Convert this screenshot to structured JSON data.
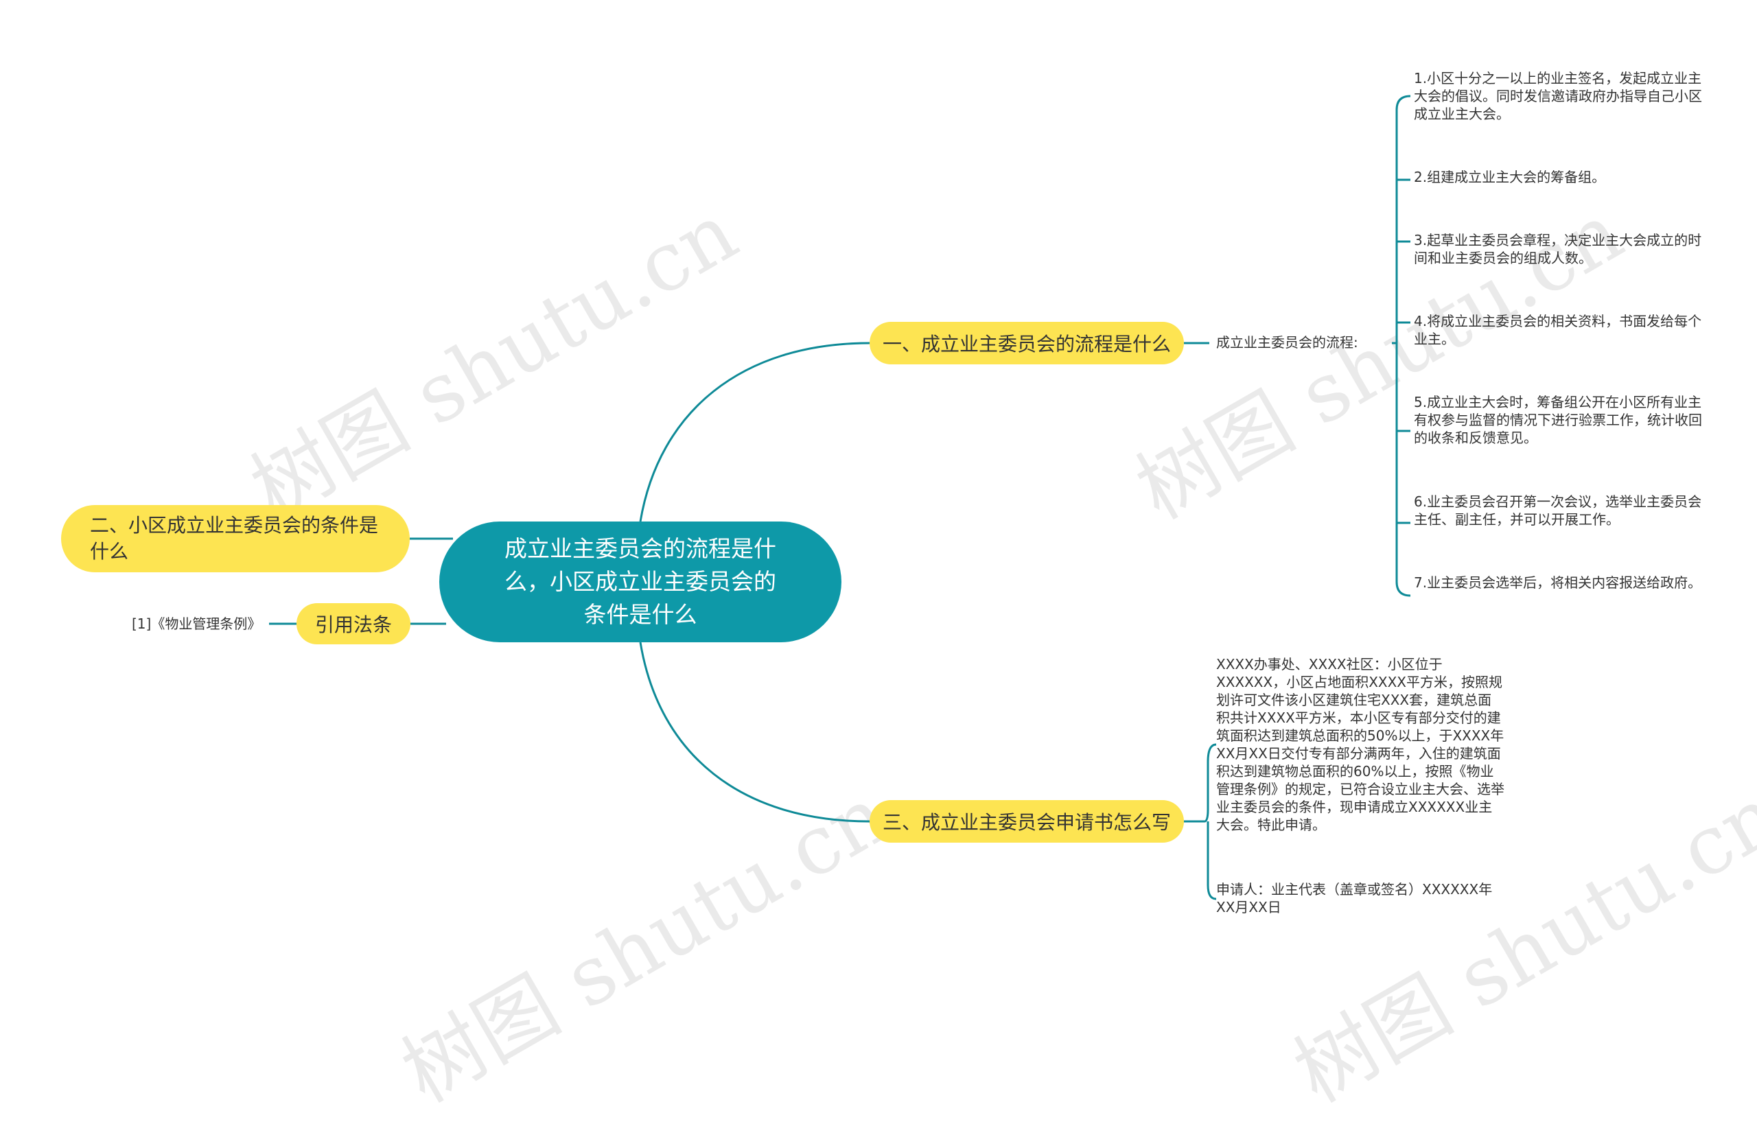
{
  "root": {
    "label": "成立业主委员会的流程是什么，小区成立业主委员会的条件是什么"
  },
  "branch1": {
    "label": "一、成立业主委员会的流程是什么",
    "sub_label": "成立业主委员会的流程:",
    "steps": [
      "1.小区十分之一以上的业主签名，发起成立业主大会的倡议。同时发信邀请政府办指导自己小区成立业主大会。",
      "2.组建成立业主大会的筹备组。",
      "3.起草业主委员会章程，决定业主大会成立的时间和业主委员会的组成人数。",
      "4.将成立业主委员会的相关资料，书面发给每个业主。",
      "5.成立业主大会时，筹备组公开在小区所有业主有权参与监督的情况下进行验票工作，统计收回的收条和反馈意见。",
      "6.业主委员会召开第一次会议，选举业主委员会主任、副主任，并可以开展工作。",
      "7.业主委员会选举后，将相关内容报送给政府。"
    ]
  },
  "branch2": {
    "label": "二、小区成立业主委员会的条件是什么"
  },
  "branch3": {
    "label": "三、成立业主委员会申请书怎么写",
    "items": [
      "XXXX办事处、XXXX社区：小区位于XXXXXX，小区占地面积XXXX平方米，按照规划许可文件该小区建筑住宅XXX套，建筑总面积共计XXXX平方米，本小区专有部分交付的建筑面积达到建筑总面积的50%以上，于XXXX年XX月XX日交付专有部分满两年，入住的建筑面积达到建筑物总面积的60%以上，按照《物业管理条例》的规定，已符合设立业主大会、选举业主委员会的条件，现申请成立XXXXXX业主大会。特此申请。",
      "申请人：业主代表（盖章或签名）XXXXXX年XX月XX日"
    ]
  },
  "citation": {
    "label": "引用法条",
    "ref": "[1]《物业管理条例》"
  },
  "watermark": {
    "text": "树图 shutu.cn"
  },
  "colors": {
    "root_fill": "#0e99a8",
    "branch_fill": "#fde452",
    "line": "#0e8a97",
    "text": "#333333"
  }
}
